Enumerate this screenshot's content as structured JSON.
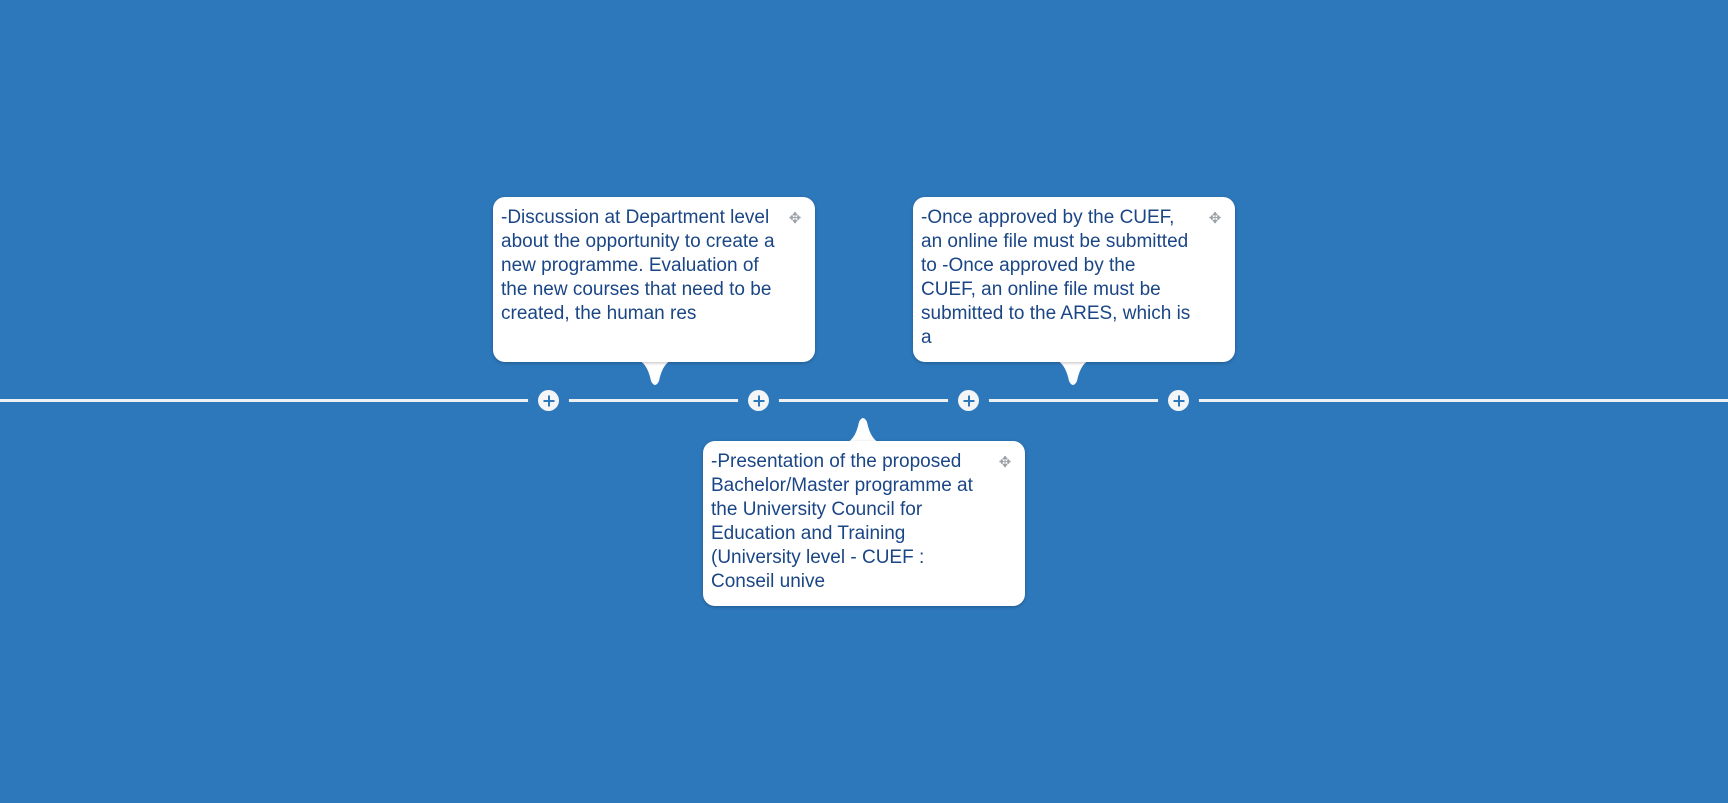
{
  "timeline": {
    "add_buttons": [
      "add-step",
      "add-step",
      "add-step",
      "add-step"
    ],
    "events": [
      {
        "text": "-Discussion at Department level about the opportunity to create a new programme. Evaluation of the new courses that need to be created, the human res",
        "position": "above"
      },
      {
        "text": "-Presentation of the proposed Bachelor/Master programme at the University Council for Education and Training (University level - CUEF : Conseil unive",
        "position": "below"
      },
      {
        "text": "-Once approved by the CUEF, an online file must be submitted to -Once approved by the CUEF, an online file must be submitted to the ARES, which is a",
        "position": "above"
      }
    ]
  },
  "colors": {
    "background": "#2d77bb",
    "text": "#1b4686",
    "card": "#ffffff"
  }
}
